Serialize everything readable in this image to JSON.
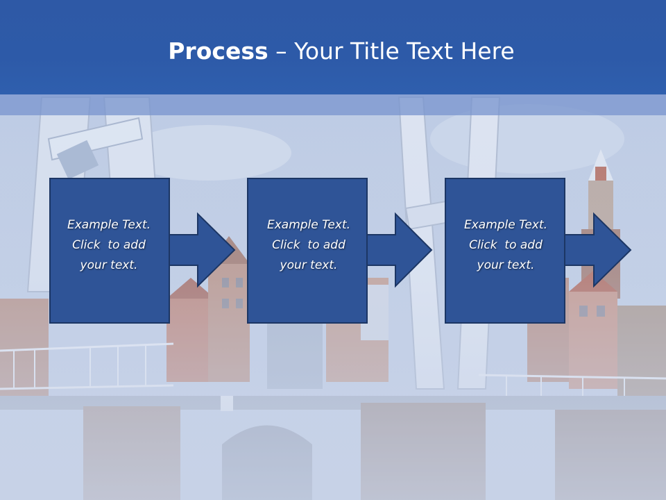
{
  "title": {
    "bold_part": "Process",
    "separator": " – ",
    "rest": "Your Title Text Here"
  },
  "steps": [
    {
      "line1": "Example Text.",
      "line2": "Click  to add",
      "line3": "your text."
    },
    {
      "line1": "Example Text.",
      "line2": "Click  to add",
      "line3": "your text."
    },
    {
      "line1": "Example Text.",
      "line2": "Click  to add",
      "line3": "your text."
    }
  ],
  "colors": {
    "title_bar": "#2e59a6",
    "box_fill": "#2f5497",
    "box_stroke": "#1c3664",
    "text": "#ffffff"
  },
  "icons": [
    "arrow-right-icon"
  ]
}
